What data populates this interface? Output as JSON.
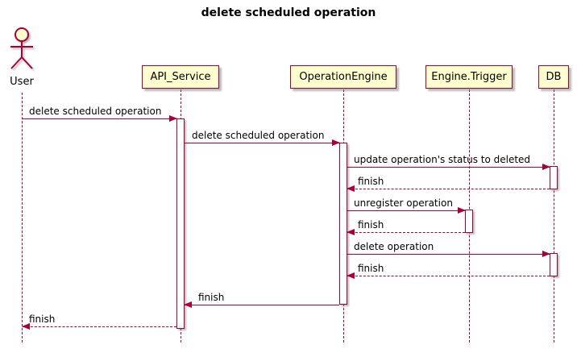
{
  "title": "delete scheduled operation",
  "colors": {
    "accent": "#A80036",
    "participant_fill": "#FEFECE",
    "activation_fill": "#FFFFFF",
    "text": "#000000",
    "background": "#FFFFFF"
  },
  "participants": [
    {
      "name": "User",
      "type": "actor"
    },
    {
      "name": "API_Service",
      "type": "box"
    },
    {
      "name": "OperationEngine",
      "type": "box"
    },
    {
      "name": "Engine.Trigger",
      "type": "box"
    },
    {
      "name": "DB",
      "type": "box"
    }
  ],
  "messages": [
    {
      "from": "User",
      "to": "API_Service",
      "label": "delete scheduled operation",
      "line": "solid",
      "direction": "right"
    },
    {
      "from": "API_Service",
      "to": "OperationEngine",
      "label": "delete scheduled operation",
      "line": "solid",
      "direction": "right"
    },
    {
      "from": "OperationEngine",
      "to": "DB",
      "label": "update operation's status to deleted",
      "line": "solid",
      "direction": "right"
    },
    {
      "from": "DB",
      "to": "OperationEngine",
      "label": "finish",
      "line": "dashed",
      "direction": "left"
    },
    {
      "from": "OperationEngine",
      "to": "Engine.Trigger",
      "label": "unregister operation",
      "line": "solid",
      "direction": "right"
    },
    {
      "from": "Engine.Trigger",
      "to": "OperationEngine",
      "label": "finish",
      "line": "dashed",
      "direction": "left"
    },
    {
      "from": "OperationEngine",
      "to": "DB",
      "label": "delete operation",
      "line": "solid",
      "direction": "right"
    },
    {
      "from": "DB",
      "to": "OperationEngine",
      "label": "finish",
      "line": "dashed",
      "direction": "left"
    },
    {
      "from": "OperationEngine",
      "to": "API_Service",
      "label": "finish",
      "line": "solid",
      "direction": "left"
    },
    {
      "from": "API_Service",
      "to": "User",
      "label": "finish",
      "line": "dashed",
      "direction": "left"
    }
  ]
}
